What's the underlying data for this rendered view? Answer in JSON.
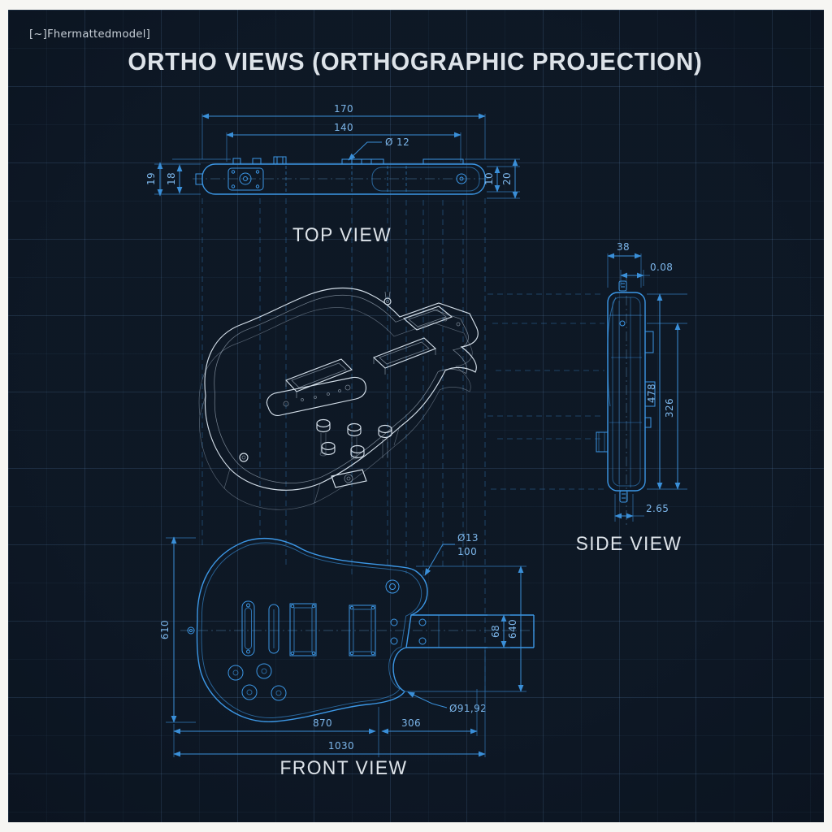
{
  "meta_tag": "[~]Fhermattedmodel]",
  "title": "ORTHO VIEWS (ORTHOGRAPHIC PROJECTION)",
  "views": {
    "top": {
      "label": "TOP VIEW",
      "dim_width_outer": "170",
      "dim_width_inner": "140",
      "dim_hole": "Ø 12",
      "dim_left_outer": "19",
      "dim_left_inner": "18",
      "dim_right_inner": "10",
      "dim_right_outer": "20"
    },
    "side": {
      "label": "SIDE VIEW",
      "dim_width": "38",
      "dim_offset": "0.08",
      "dim_height_a": "478",
      "dim_height_b": "326",
      "dim_bottom": "2.65"
    },
    "front": {
      "label": "FRONT VIEW",
      "dim_hole_dia": "Ø13",
      "dim_hole_depth": "100",
      "dim_height_left": "610",
      "dim_neck_width": "68",
      "dim_height_right": "640",
      "dim_body_length": "870",
      "dim_neck_length": "306",
      "dim_total_length": "1030",
      "dim_horn_radius": "Ø91,92"
    }
  },
  "colors": {
    "paper": "#f6f6f3",
    "sheet_background": "#0c1521",
    "blueprint_line": "#3c97e5",
    "dimension_text": "#7cb6ea",
    "wireframe_line": "#d4dfe9",
    "label_text": "#dde3e9"
  }
}
